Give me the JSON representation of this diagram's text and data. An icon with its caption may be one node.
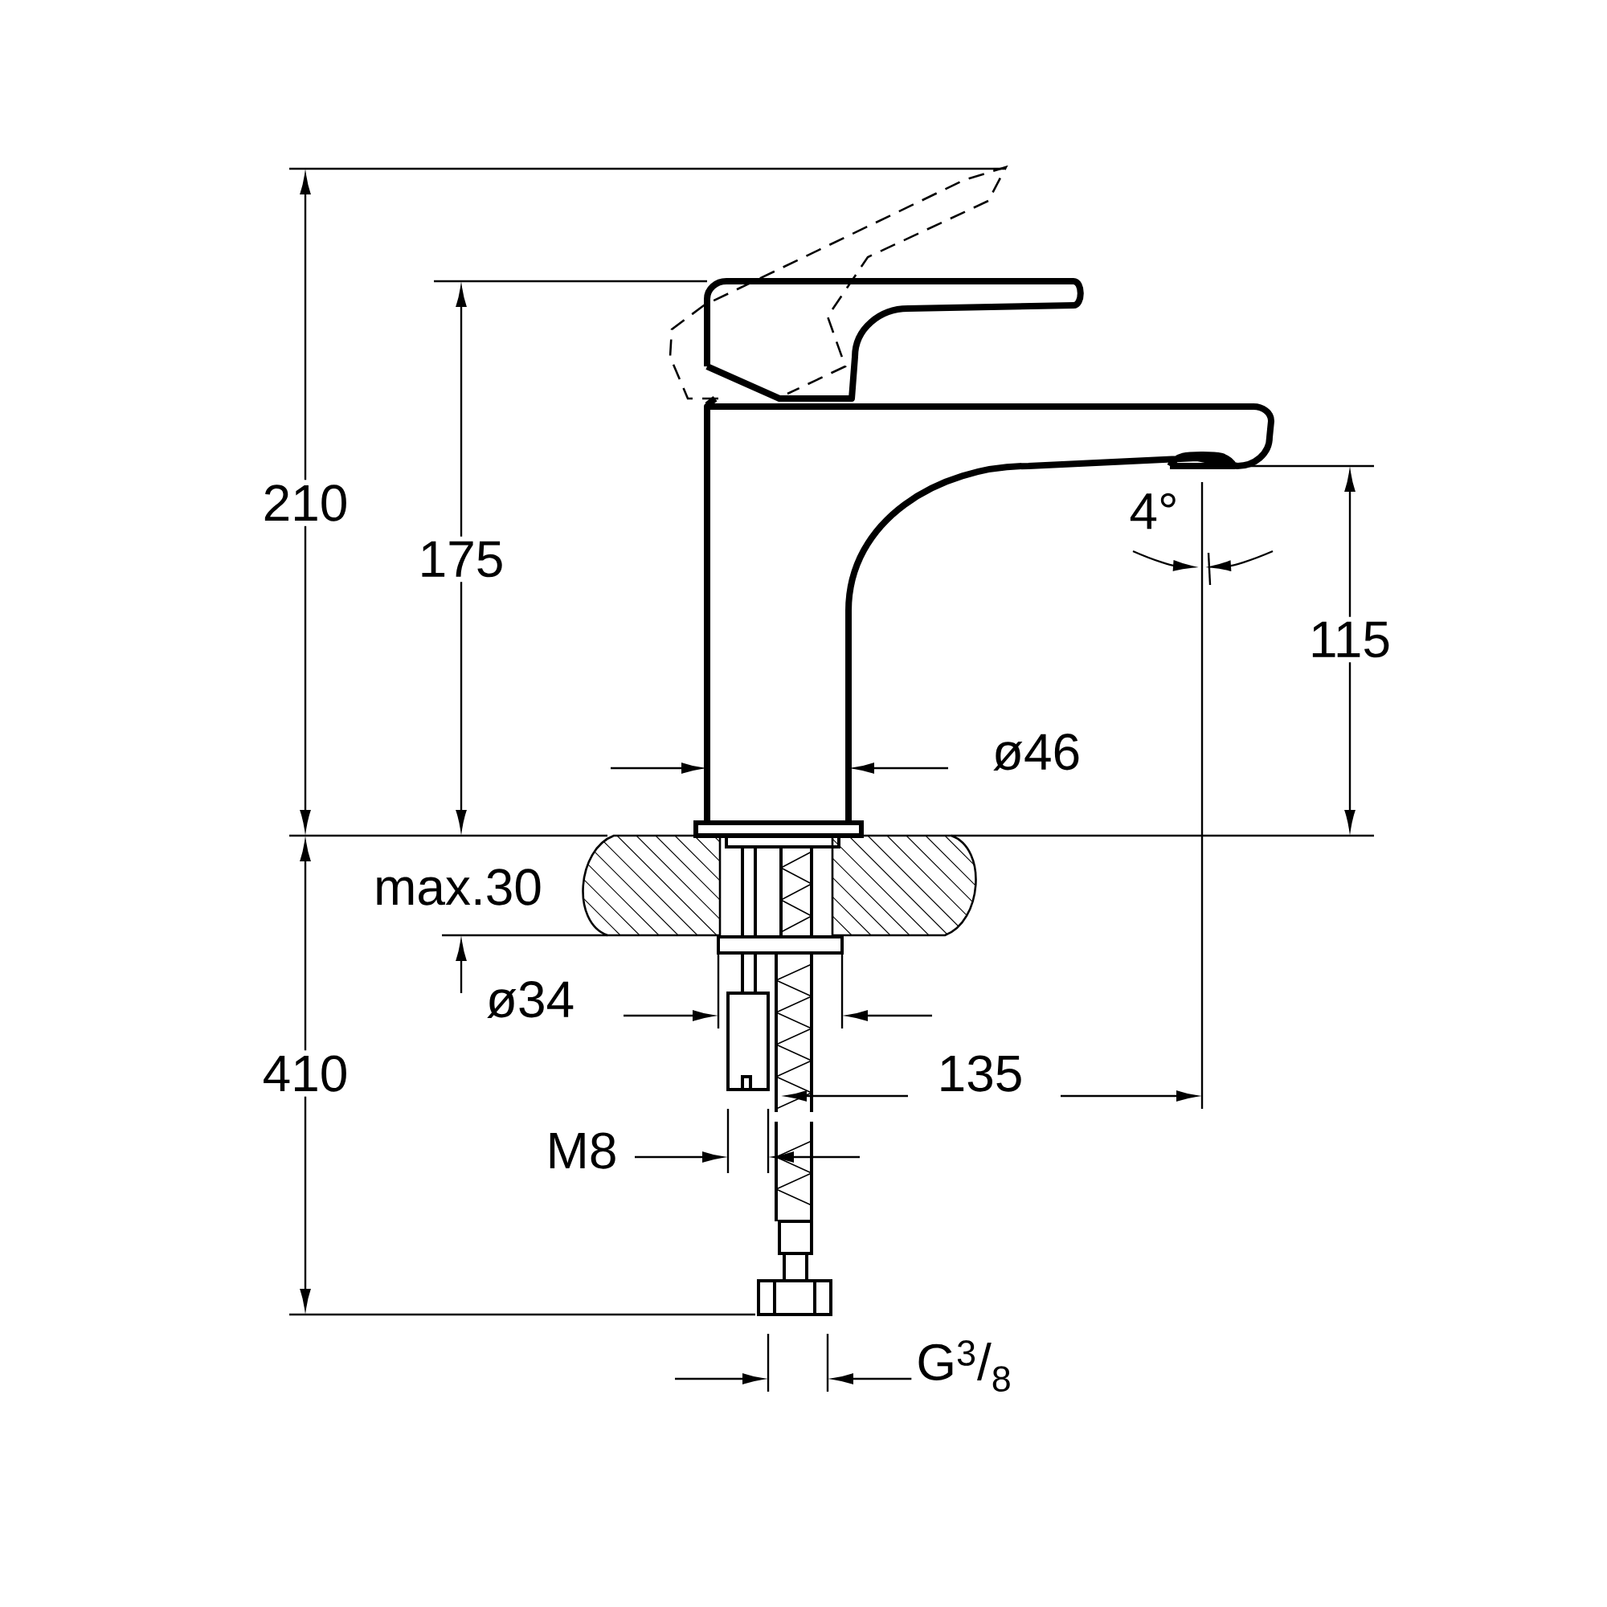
{
  "diagram": {
    "labels": [
      "210",
      "175",
      "4°",
      "115",
      "ø46",
      "max.30",
      "ø34",
      "410",
      "135",
      "M8",
      "G$^{3}$/$_{8}$"
    ]
  }
}
